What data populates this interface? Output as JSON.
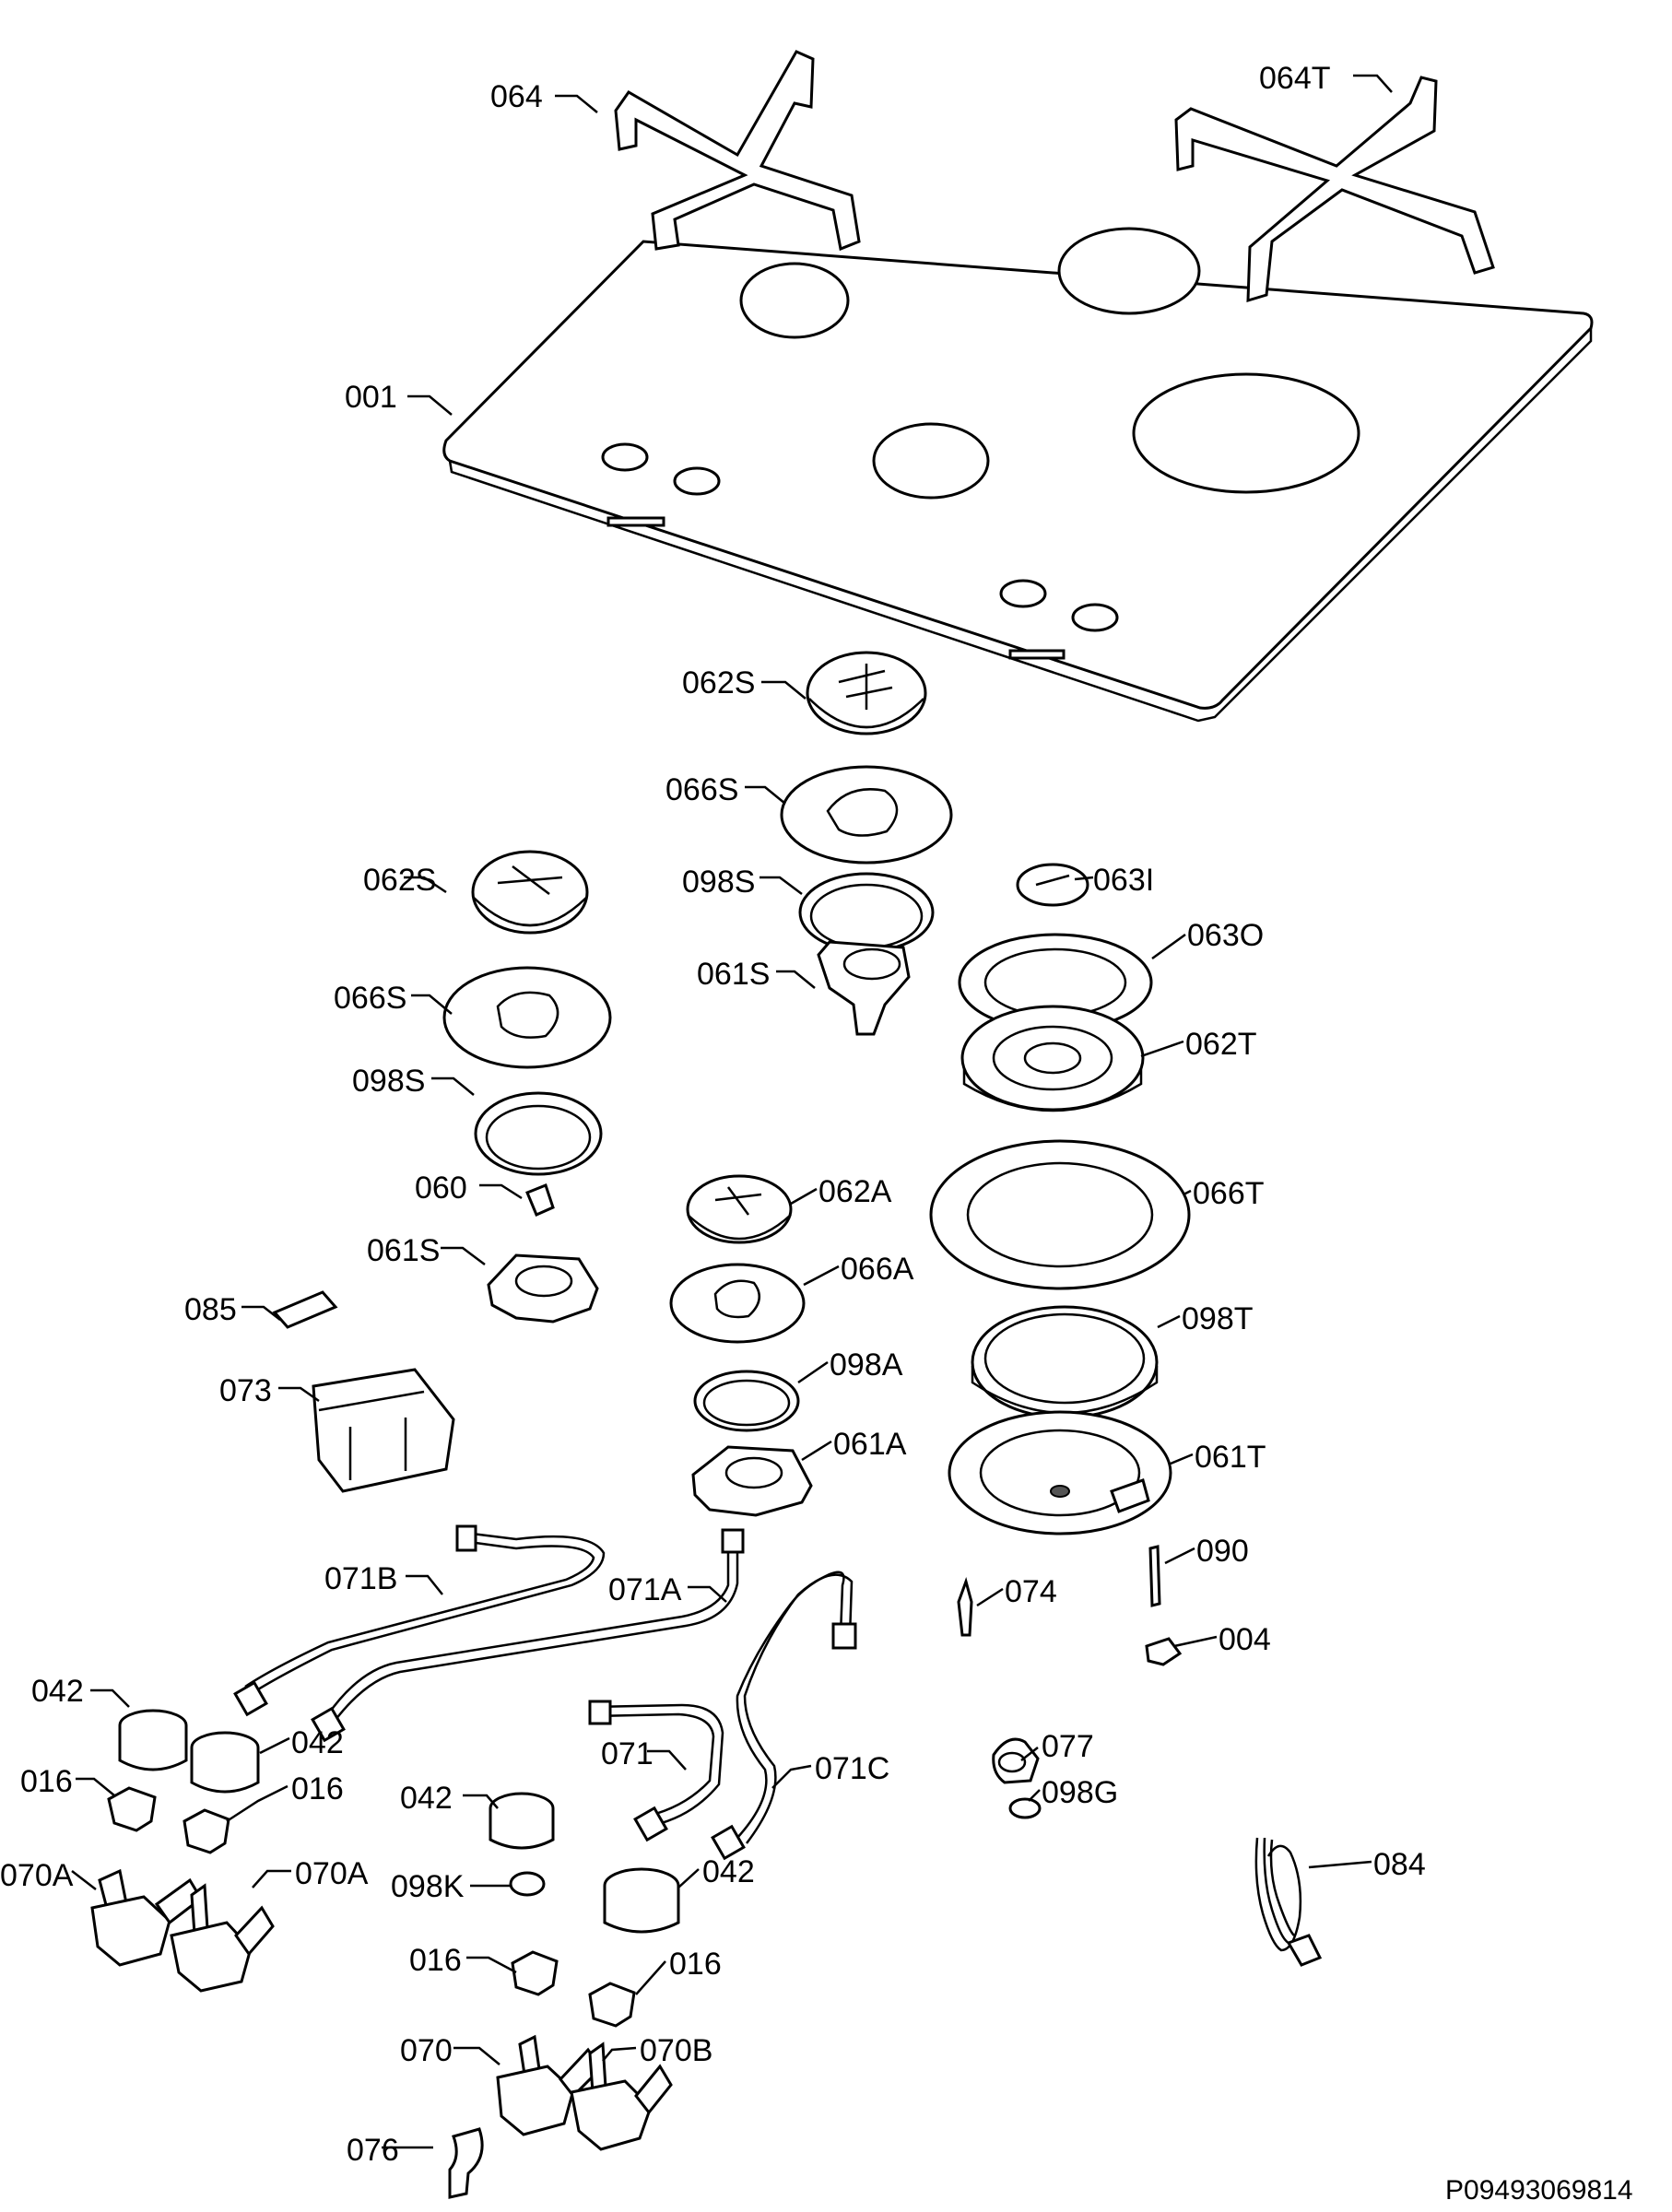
{
  "document_code": "P09493069814",
  "labels": [
    {
      "id": "064",
      "text": "064"
    },
    {
      "id": "064T",
      "text": "064T"
    },
    {
      "id": "001",
      "text": "001"
    },
    {
      "id": "062S_a",
      "text": "062S"
    },
    {
      "id": "066S_a",
      "text": "066S"
    },
    {
      "id": "062S_b",
      "text": "062S"
    },
    {
      "id": "098S_a",
      "text": "098S"
    },
    {
      "id": "063I",
      "text": "063I"
    },
    {
      "id": "063O",
      "text": "063O"
    },
    {
      "id": "061S_a",
      "text": "061S"
    },
    {
      "id": "066S_b",
      "text": "066S"
    },
    {
      "id": "062T",
      "text": "062T"
    },
    {
      "id": "098S_b",
      "text": "098S"
    },
    {
      "id": "066T",
      "text": "066T"
    },
    {
      "id": "060",
      "text": "060"
    },
    {
      "id": "062A",
      "text": "062A"
    },
    {
      "id": "061S_b",
      "text": "061S"
    },
    {
      "id": "066A",
      "text": "066A"
    },
    {
      "id": "085",
      "text": "085"
    },
    {
      "id": "098T",
      "text": "098T"
    },
    {
      "id": "098A",
      "text": "098A"
    },
    {
      "id": "073",
      "text": "073"
    },
    {
      "id": "061A",
      "text": "061A"
    },
    {
      "id": "061T",
      "text": "061T"
    },
    {
      "id": "090",
      "text": "090"
    },
    {
      "id": "071B",
      "text": "071B"
    },
    {
      "id": "071A",
      "text": "071A"
    },
    {
      "id": "074",
      "text": "074"
    },
    {
      "id": "004",
      "text": "004"
    },
    {
      "id": "042_a",
      "text": "042"
    },
    {
      "id": "042_b",
      "text": "042"
    },
    {
      "id": "077",
      "text": "077"
    },
    {
      "id": "071",
      "text": "071"
    },
    {
      "id": "071C",
      "text": "071C"
    },
    {
      "id": "098G",
      "text": "098G"
    },
    {
      "id": "016_a",
      "text": "016"
    },
    {
      "id": "016_b",
      "text": "016"
    },
    {
      "id": "042_c",
      "text": "042"
    },
    {
      "id": "084",
      "text": "084"
    },
    {
      "id": "070A_a",
      "text": "070A"
    },
    {
      "id": "070A_b",
      "text": "070A"
    },
    {
      "id": "098K",
      "text": "098K"
    },
    {
      "id": "042_d",
      "text": "042"
    },
    {
      "id": "016_c",
      "text": "016"
    },
    {
      "id": "016_d",
      "text": "016"
    },
    {
      "id": "070",
      "text": "070"
    },
    {
      "id": "070B",
      "text": "070B"
    },
    {
      "id": "076",
      "text": "076"
    }
  ]
}
